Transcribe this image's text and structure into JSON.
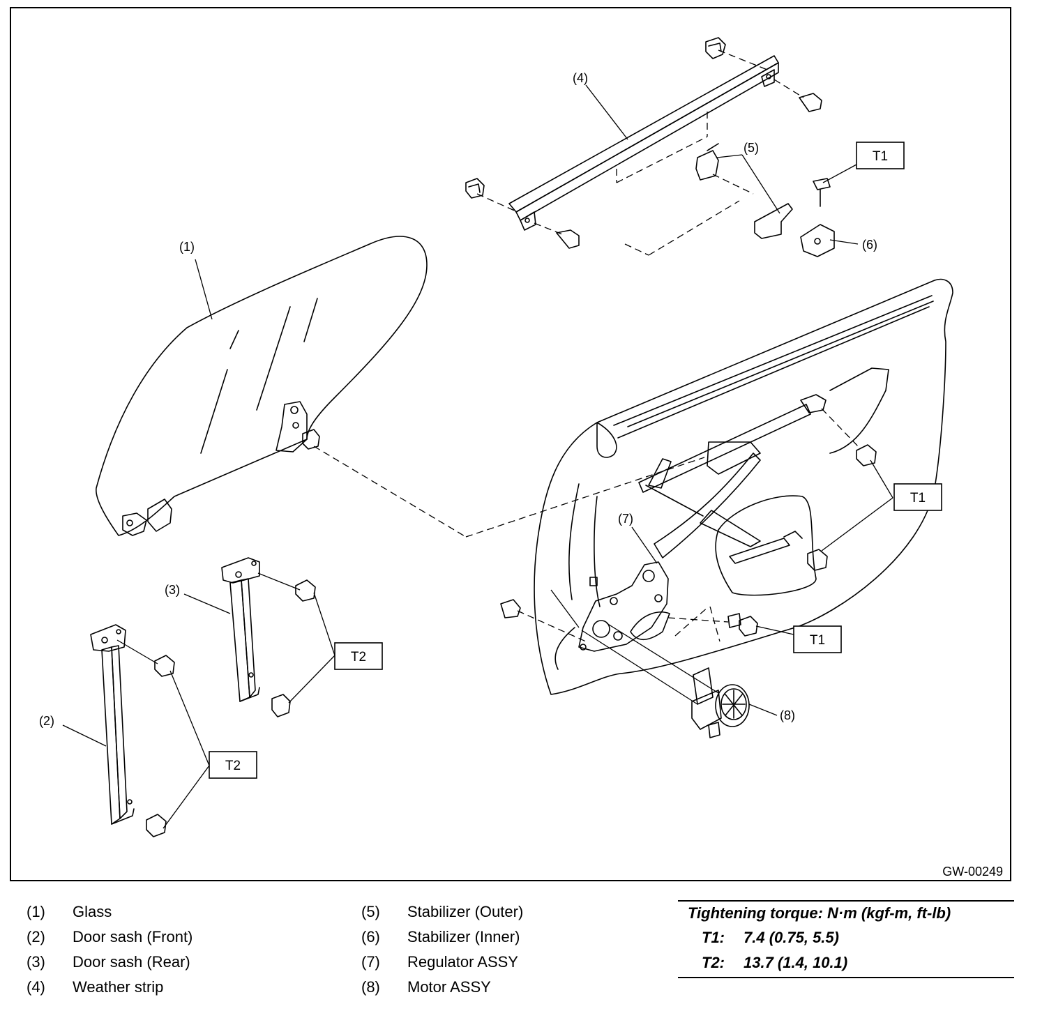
{
  "figure_id": "GW-00249",
  "callouts": {
    "c1": "(1)",
    "c2": "(2)",
    "c3": "(3)",
    "c4": "(4)",
    "c5": "(5)",
    "c6": "(6)",
    "c7": "(7)",
    "c8": "(8)"
  },
  "torque_boxes": {
    "t1": "T1",
    "t2": "T2"
  },
  "legend": [
    {
      "num": "(1)",
      "name": "Glass"
    },
    {
      "num": "(2)",
      "name": "Door sash (Front)"
    },
    {
      "num": "(3)",
      "name": "Door sash (Rear)"
    },
    {
      "num": "(4)",
      "name": "Weather strip"
    },
    {
      "num": "(5)",
      "name": "Stabilizer (Outer)"
    },
    {
      "num": "(6)",
      "name": "Stabilizer (Inner)"
    },
    {
      "num": "(7)",
      "name": "Regulator ASSY"
    },
    {
      "num": "(8)",
      "name": "Motor ASSY"
    }
  ],
  "torque": {
    "title": "Tightening torque: N·m (kgf-m, ft-lb)",
    "rows": [
      {
        "code": "T1:",
        "value": "7.4 (0.75, 5.5)"
      },
      {
        "code": "T2:",
        "value": "13.7 (1.4, 10.1)"
      }
    ]
  }
}
